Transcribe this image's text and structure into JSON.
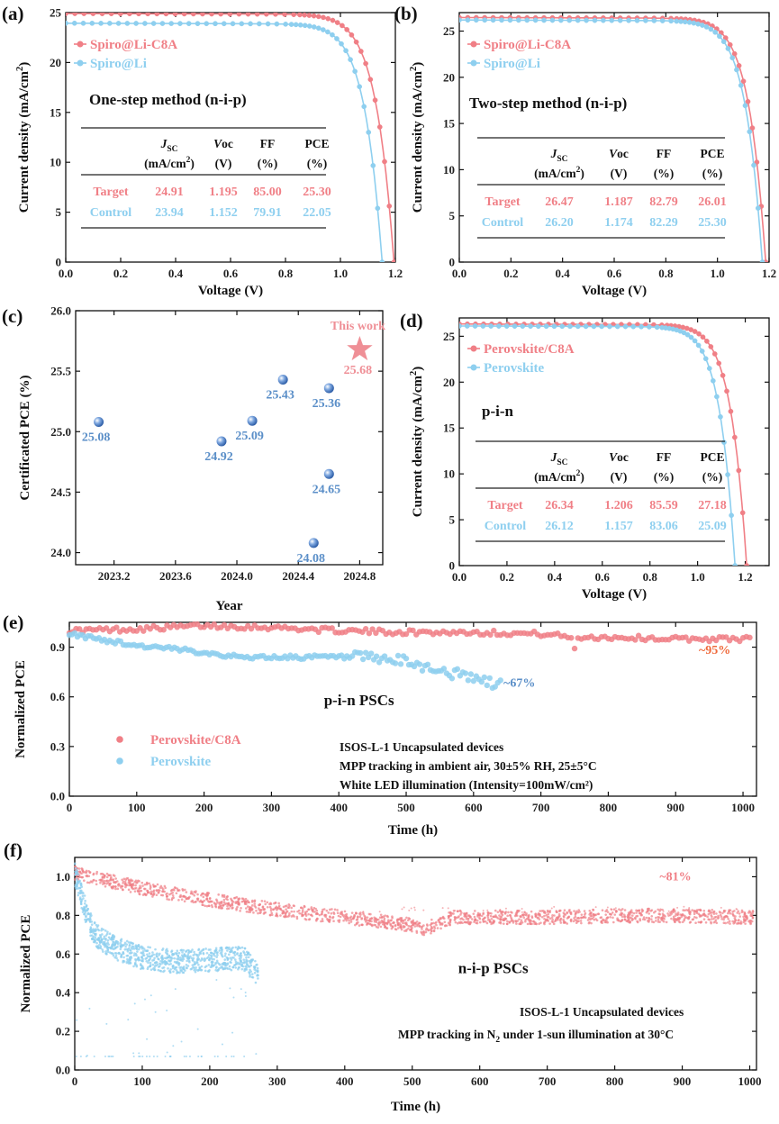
{
  "colors": {
    "pink": "#f07f86",
    "blue": "#8ecfef",
    "darkblue": "#5b8fc8",
    "orange": "#ef6a3c",
    "star": "#ef8f96"
  },
  "chart_data": [
    {
      "id": "a",
      "panel_label": "(a)",
      "type": "line",
      "xlabel": "Voltage (V)",
      "ylabel": "Current density (mA/cm²)",
      "xlim": [
        0,
        1.2
      ],
      "ylim": [
        0,
        25
      ],
      "xticks": [
        0.0,
        0.2,
        0.4,
        0.6,
        0.8,
        1.0,
        1.2
      ],
      "xtick_labels": [
        "0.0",
        "0.2",
        "0.4",
        "0.6",
        "0.8",
        "1.0",
        "1.2"
      ],
      "yticks": [
        0,
        5,
        10,
        15,
        20,
        25
      ],
      "ytick_labels": [
        "0",
        "5",
        "10",
        "15",
        "20",
        "25"
      ],
      "legend_position": "top-left",
      "method_label": "One-step method (n-i-p)",
      "series": [
        {
          "name": "Spiro@Li-C8A",
          "color": "#f07f86",
          "jsc": 24.91,
          "voc": 1.195,
          "knee": 0.84
        },
        {
          "name": "Spiro@Li",
          "color": "#8ecfef",
          "jsc": 23.94,
          "voc": 1.152,
          "knee": 0.81
        }
      ],
      "table": {
        "headers": [
          [
            "J",
            "SC",
            "(mA/cm",
            "2",
            ")"
          ],
          [
            "V",
            "oc",
            "(V)"
          ],
          [
            "FF",
            "(%)"
          ],
          [
            "PCE",
            "(%)"
          ]
        ],
        "rows": [
          {
            "label": "Target",
            "values": [
              "24.91",
              "1.195",
              "85.00",
              "25.30"
            ]
          },
          {
            "label": "Control",
            "values": [
              "23.94",
              "1.152",
              "79.91",
              "22.05"
            ]
          }
        ]
      }
    },
    {
      "id": "b",
      "panel_label": "(b)",
      "type": "line",
      "xlabel": "Voltage (V)",
      "ylabel": "Current density (mA/cm²)",
      "xlim": [
        0,
        1.2
      ],
      "ylim": [
        0,
        27
      ],
      "xticks": [
        0.0,
        0.2,
        0.4,
        0.6,
        0.8,
        1.0,
        1.2
      ],
      "xtick_labels": [
        "0.0",
        "0.2",
        "0.4",
        "0.6",
        "0.8",
        "1.0",
        "1.2"
      ],
      "yticks": [
        0,
        5,
        10,
        15,
        20,
        25
      ],
      "ytick_labels": [
        "0",
        "5",
        "10",
        "15",
        "20",
        "25"
      ],
      "legend_position": "top-left",
      "method_label": "Two-step method (n-i-p)",
      "series": [
        {
          "name": "Spiro@Li-C8A",
          "color": "#f07f86",
          "jsc": 26.47,
          "voc": 1.187,
          "knee": 0.83
        },
        {
          "name": "Spiro@Li",
          "color": "#8ecfef",
          "jsc": 26.2,
          "voc": 1.174,
          "knee": 0.83
        }
      ],
      "table": {
        "headers": [
          [
            "J",
            "SC",
            "(mA/cm",
            "2",
            ")"
          ],
          [
            "V",
            "oc",
            "(V)"
          ],
          [
            "FF",
            "(%)"
          ],
          [
            "PCE",
            "(%)"
          ]
        ],
        "rows": [
          {
            "label": "Target",
            "values": [
              "26.47",
              "1.187",
              "82.79",
              "26.01"
            ]
          },
          {
            "label": "Control",
            "values": [
              "26.20",
              "1.174",
              "82.29",
              "25.30"
            ]
          }
        ]
      }
    },
    {
      "id": "c",
      "panel_label": "(c)",
      "type": "scatter",
      "xlabel": "Year",
      "ylabel": "Certificated PCE (%)",
      "xlim": [
        2022.95,
        2024.95
      ],
      "ylim": [
        23.9,
        26.0
      ],
      "xticks": [
        2023.2,
        2023.6,
        2024.0,
        2024.4,
        2024.8
      ],
      "xtick_labels": [
        "2023.2",
        "2023.6",
        "2024.0",
        "2024.4",
        "2024.8"
      ],
      "yticks": [
        24.0,
        24.5,
        25.0,
        25.5,
        26.0
      ],
      "ytick_labels": [
        "24.0",
        "24.5",
        "25.0",
        "25.5",
        "26.0"
      ],
      "points": [
        {
          "x": 2023.1,
          "y": 25.08,
          "label": "25.08"
        },
        {
          "x": 2023.9,
          "y": 24.92,
          "label": "24.92"
        },
        {
          "x": 2024.1,
          "y": 25.09,
          "label": "25.09"
        },
        {
          "x": 2024.3,
          "y": 25.43,
          "label": "25.43"
        },
        {
          "x": 2024.6,
          "y": 25.36,
          "label": "25.36"
        },
        {
          "x": 2024.6,
          "y": 24.65,
          "label": "24.65"
        },
        {
          "x": 2024.5,
          "y": 24.08,
          "label": "24.08"
        }
      ],
      "highlight": {
        "x": 2024.8,
        "y": 25.68,
        "label": "25.68",
        "annotation": "This work"
      }
    },
    {
      "id": "d",
      "panel_label": "(d)",
      "type": "line",
      "xlabel": "Voltage (V)",
      "ylabel": "Current density (mA/cm²)",
      "xlim": [
        0,
        1.3
      ],
      "ylim": [
        0,
        27
      ],
      "xticks": [
        0.0,
        0.2,
        0.4,
        0.6,
        0.8,
        1.0,
        1.2
      ],
      "xtick_labels": [
        "0.0",
        "0.2",
        "0.4",
        "0.6",
        "0.8",
        "1.0",
        "1.2"
      ],
      "yticks": [
        0,
        5,
        10,
        15,
        20,
        25
      ],
      "ytick_labels": [
        "0",
        "5",
        "10",
        "15",
        "20",
        "25"
      ],
      "legend_position": "top-left",
      "method_label": "p-i-n",
      "series": [
        {
          "name": "Perovskite/C8A",
          "color": "#f07f86",
          "jsc": 26.34,
          "voc": 1.206,
          "knee": 0.86
        },
        {
          "name": "Perovskite",
          "color": "#8ecfef",
          "jsc": 26.12,
          "voc": 1.157,
          "knee": 0.84
        }
      ],
      "table": {
        "headers": [
          [
            "J",
            "SC",
            "(mA/cm",
            "2",
            ")"
          ],
          [
            "V",
            "oc",
            "(V)"
          ],
          [
            "FF",
            "(%)"
          ],
          [
            "PCE",
            "(%)"
          ]
        ],
        "rows": [
          {
            "label": "Target",
            "values": [
              "26.34",
              "1.206",
              "85.59",
              "27.18"
            ]
          },
          {
            "label": "Control",
            "values": [
              "26.12",
              "1.157",
              "83.06",
              "25.09"
            ]
          }
        ]
      }
    },
    {
      "id": "e",
      "panel_label": "(e)",
      "type": "scatter",
      "xlabel": "Time (h)",
      "ylabel": "Normalized PCE",
      "xlim": [
        0,
        1020
      ],
      "ylim": [
        0,
        1.05
      ],
      "xticks": [
        0,
        100,
        200,
        300,
        400,
        500,
        600,
        700,
        800,
        900,
        1000
      ],
      "xtick_labels": [
        "0",
        "100",
        "200",
        "300",
        "400",
        "500",
        "600",
        "700",
        "800",
        "900",
        "1000"
      ],
      "yticks": [
        0,
        0.3,
        0.6,
        0.9
      ],
      "ytick_labels": [
        "0.0",
        "0.3",
        "0.6",
        "0.9"
      ],
      "title": "p-i-n PSCs",
      "legend_position": "bottom-left",
      "series": [
        {
          "name": "Perovskite/C8A",
          "color": "#f07f86",
          "final": "~95%",
          "trend": [
            [
              0,
              1.0
            ],
            [
              100,
              1.01
            ],
            [
              200,
              1.03
            ],
            [
              300,
              1.02
            ],
            [
              400,
              1.0
            ],
            [
              500,
              0.99
            ],
            [
              600,
              0.99
            ],
            [
              700,
              0.98
            ],
            [
              750,
              0.96
            ],
            [
              800,
              0.96
            ],
            [
              900,
              0.95
            ],
            [
              1010,
              0.95
            ]
          ]
        },
        {
          "name": "Perovskite",
          "color": "#8ecfef",
          "final": "~67%",
          "trend": [
            [
              0,
              0.98
            ],
            [
              100,
              0.91
            ],
            [
              200,
              0.87
            ],
            [
              250,
              0.84
            ],
            [
              300,
              0.84
            ],
            [
              400,
              0.84
            ],
            [
              450,
              0.83
            ],
            [
              500,
              0.81
            ],
            [
              550,
              0.76
            ],
            [
              600,
              0.71
            ],
            [
              640,
              0.67
            ]
          ]
        }
      ],
      "notes": [
        "ISOS-L-1 Uncapsulated devices",
        "MPP tracking in ambient air, 30±5% RH, 25±5°C",
        "White LED illumination (Intensity=100mW/cm²)"
      ]
    },
    {
      "id": "f",
      "panel_label": "(f)",
      "type": "scatter",
      "xlabel": "Time (h)",
      "ylabel": "Normalized PCE",
      "xlim": [
        0,
        1010
      ],
      "ylim": [
        0,
        1.1
      ],
      "xticks": [
        0,
        100,
        200,
        300,
        400,
        500,
        600,
        700,
        800,
        900,
        1000
      ],
      "xtick_labels": [
        "0",
        "100",
        "200",
        "300",
        "400",
        "500",
        "600",
        "700",
        "800",
        "900",
        "1000"
      ],
      "yticks": [
        0,
        0.2,
        0.4,
        0.6,
        0.8,
        1.0
      ],
      "ytick_labels": [
        "0.0",
        "0.2",
        "0.4",
        "0.6",
        "0.8",
        "1.0"
      ],
      "title": "n-i-p PSCs",
      "series": [
        {
          "color": "#f07f86",
          "final": "~81%",
          "trend": [
            [
              0,
              1.02
            ],
            [
              100,
              0.94
            ],
            [
              200,
              0.88
            ],
            [
              300,
              0.83
            ],
            [
              400,
              0.79
            ],
            [
              500,
              0.75
            ],
            [
              520,
              0.73
            ],
            [
              560,
              0.79
            ],
            [
              700,
              0.79
            ],
            [
              850,
              0.8
            ],
            [
              1000,
              0.79
            ]
          ]
        },
        {
          "color": "#8ecfef",
          "trend": [
            [
              0,
              1.02
            ],
            [
              10,
              0.9
            ],
            [
              20,
              0.78
            ],
            [
              30,
              0.7
            ],
            [
              60,
              0.63
            ],
            [
              100,
              0.58
            ],
            [
              150,
              0.56
            ],
            [
              200,
              0.57
            ],
            [
              250,
              0.58
            ],
            [
              270,
              0.5
            ]
          ]
        }
      ],
      "notes": [
        "ISOS-L-1 Uncapsulated devices",
        "MPP tracking in N₂ under 1-sun illumination at 30°C"
      ]
    }
  ]
}
